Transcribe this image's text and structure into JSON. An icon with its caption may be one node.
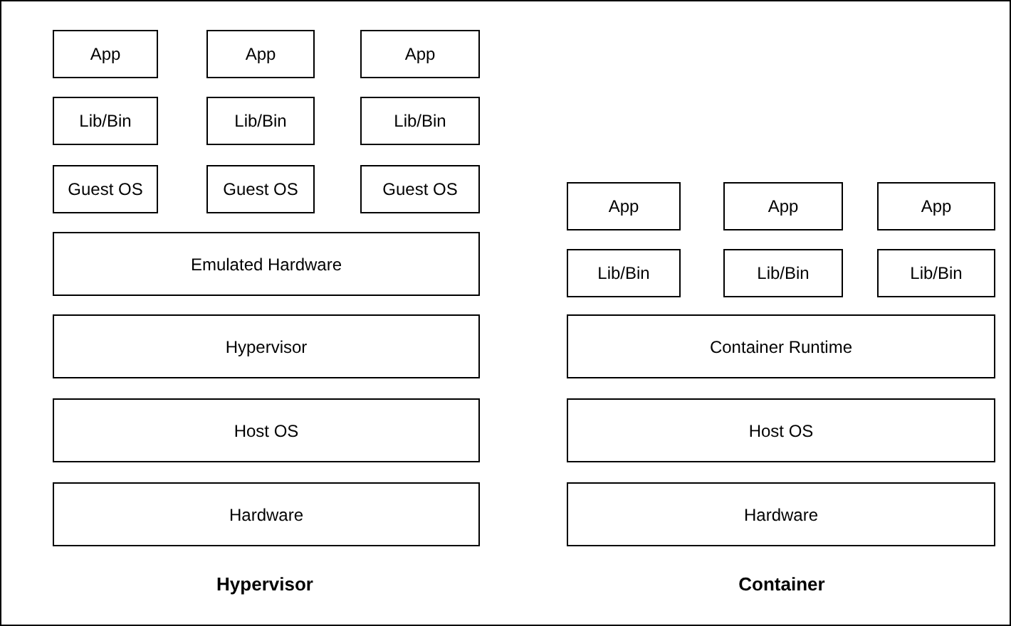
{
  "diagram": {
    "nodes": [
      {
        "text": [
          "App"
        ]
      },
      {
        "text": [
          "App"
        ]
      },
      {
        "text": [
          "App"
        ]
      },
      {
        "text": [
          "Lib/Bin"
        ]
      },
      {
        "text": [
          "Lib/Bin"
        ]
      },
      {
        "text": [
          "Lib/Bin"
        ]
      },
      {
        "text": [
          "Guest OS"
        ]
      },
      {
        "text": [
          "Guest OS"
        ]
      },
      {
        "text": [
          "Guest OS"
        ]
      },
      {
        "text": [
          "Emulated Hardware"
        ]
      },
      {
        "text": [
          "Hypervisor"
        ]
      },
      {
        "text": [
          "Host OS"
        ]
      },
      {
        "text": [
          "Hardware"
        ]
      },
      {
        "text": [
          "App"
        ]
      },
      {
        "text": [
          "App"
        ]
      },
      {
        "text": [
          "App"
        ]
      },
      {
        "text": [
          "Lib/Bin"
        ]
      },
      {
        "text": [
          "Lib/Bin"
        ]
      },
      {
        "text": [
          "Lib/Bin"
        ]
      },
      {
        "text": [
          "Container Runtime"
        ]
      },
      {
        "text": [
          "Host OS"
        ]
      },
      {
        "text": [
          "Hardware"
        ]
      }
    ],
    "edges": [],
    "labels": [
      "Hypervisor",
      "Container"
    ]
  }
}
